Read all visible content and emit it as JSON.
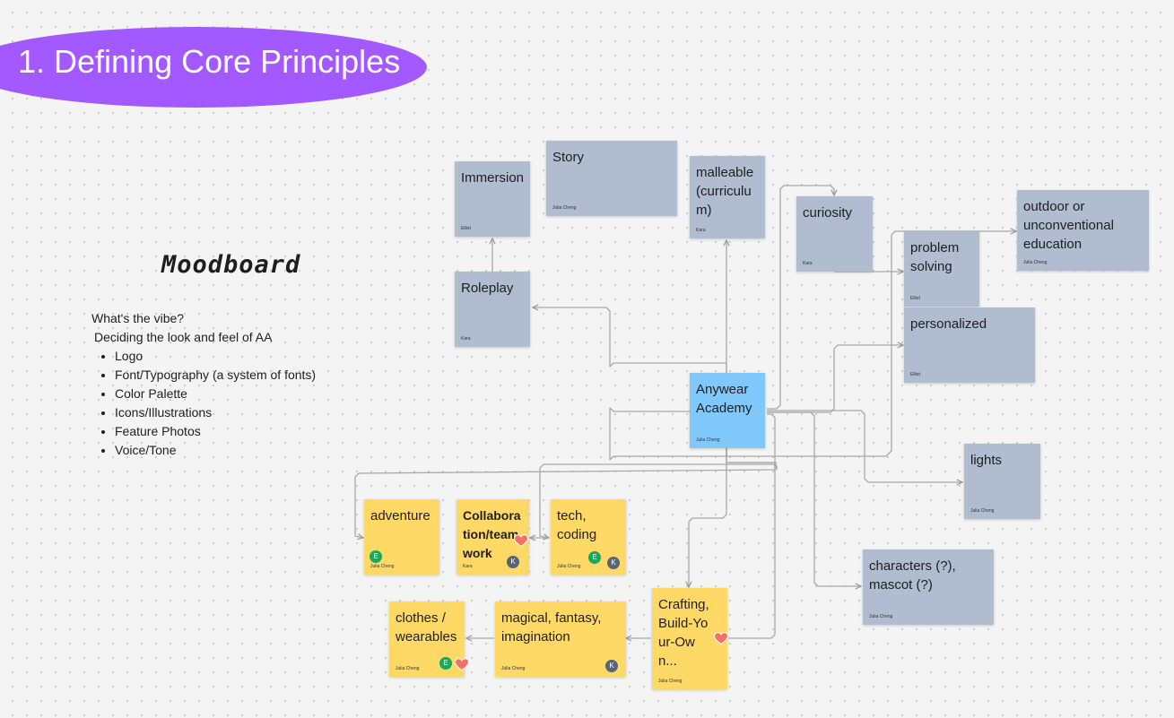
{
  "section": {
    "title": "1. Defining Core Principles"
  },
  "moodboard": {
    "title": "Moodboard",
    "question": "What's the vibe?",
    "subtitle": "Deciding the look and feel of AA",
    "items": [
      "Logo",
      "Font/Typography (a system of fonts)",
      "Color Palette",
      "Icons/Illustrations",
      "Feature Photos",
      "Voice/Tone"
    ]
  },
  "notes": {
    "story": {
      "text": "Story",
      "author": "Julia Cheng"
    },
    "immersion": {
      "text": "Immersion",
      "author": "Elliot"
    },
    "roleplay": {
      "text": "Roleplay",
      "author": "Kara"
    },
    "malleable": {
      "text": "malleable (curriculum)",
      "author": "Kara"
    },
    "curiosity": {
      "text": "curiosity",
      "author": "Kara"
    },
    "problem_solving": {
      "text": "problem solving",
      "author": "Elliot"
    },
    "personalized": {
      "text": "personalized",
      "author": "Elliot"
    },
    "outdoor": {
      "text": "outdoor or unconventional education",
      "author": "Julia Cheng"
    },
    "anywear": {
      "text": "Anywear Academy",
      "author": "Julia Cheng"
    },
    "lights": {
      "text": "lights",
      "author": "Julia Cheng"
    },
    "characters": {
      "text": "characters (?), mascot (?)",
      "author": "Julia Cheng"
    },
    "adventure": {
      "text": "adventure",
      "author": "Julia Cheng",
      "avatar": "E"
    },
    "collaboration": {
      "text": "Collaboration/team work",
      "author": "Kara",
      "avatar": "K"
    },
    "tech": {
      "text": "tech, coding",
      "author": "Julia Cheng",
      "avatars": [
        "E",
        "K"
      ]
    },
    "crafting": {
      "text": "Crafting, Build-Your-Own...",
      "author": "Julia Cheng"
    },
    "magical": {
      "text": "magical, fantasy, imagination",
      "author": "Julia Cheng",
      "avatar": "K"
    },
    "clothes": {
      "text": "clothes / wearables",
      "author": "Julia Cheng",
      "avatar": "E"
    }
  },
  "colors": {
    "section_pill": "#a259ff",
    "sticky_blue": "#b0bccf",
    "sticky_highlight": "#80c8fb",
    "sticky_yellow": "#ffd966",
    "heart": "#f27065"
  }
}
